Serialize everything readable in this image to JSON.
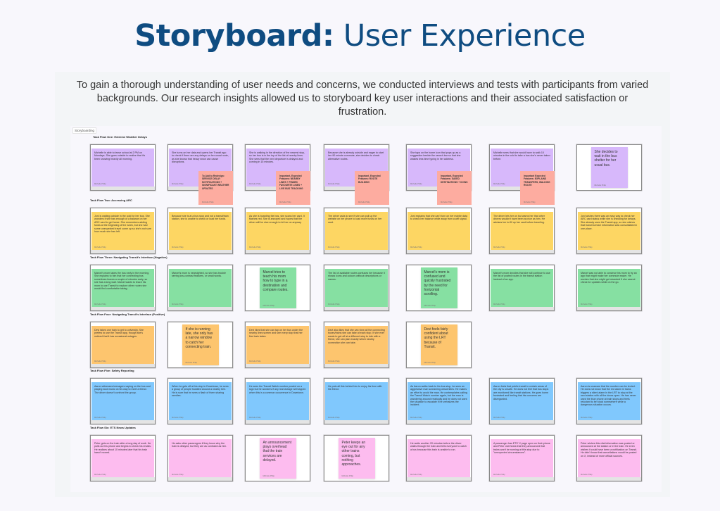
{
  "header": {
    "title_bold": "Storyboard:",
    "title_rest": " User Experience"
  },
  "intro": "To gain a thorough understanding of user needs and concerns, we conducted interviews and tests with participants from varied backgrounds. Our research insights allowed us to storyboard key user interactions and their associated satisfaction or frustration.",
  "board": {
    "tag": "Storyboarding",
    "author": "Michelle Philip"
  },
  "colors": {
    "title": "#0f4c81",
    "purple": "#d7b8fb",
    "salmon": "#fdaca0",
    "yellow": "#fdd663",
    "green": "#86e0a2",
    "orange": "#fdc56e",
    "blue": "#80c8fd",
    "pink": "#fdbcef"
  },
  "rows": [
    {
      "label": "Task Flow One: Extreme Weather Delays",
      "color": "purple",
      "notes": [
        {
          "text": "Michelle is able to leave school at 2 PM on Mondays. She goes outside to realize that it's been snowing heavily all morning.",
          "style": "full"
        },
        {
          "text": "She turns on her data and opens her Transit app to check if there are any delays on her usual route, as she knows that heavy snow can cause disruptions.",
          "style": "full",
          "sub": "To Add to Redesign: SERVICE DELAY NOTIFICATIONS + SIGNIFICANT WEATHER UPDATES"
        },
        {
          "text": "She is walking in the direction of the nearest stop, so her bus is in the top of the list of nearby lines. She sees that the next departure is delayed and coming in 15 minutes.",
          "style": "full",
          "sub": "Important, Expected Features: NEARBY LINES + PINNED FAVOURITE LINES + LIVE BUS TRACKING"
        },
        {
          "text": "Because she is already outside and eager to start her 90 minute commute, she decides to check alternative routes.",
          "style": "full",
          "sub": "Important, Expected Features: ROUTE BUILDING"
        },
        {
          "text": "She taps on the home icon that pops up as a suggestion beside the search bar so that she wastes less time typing in her address.",
          "style": "full",
          "sub": "Important, Expected Features: SAVED DESTINATIONS + ICONS"
        },
        {
          "text": "Michelle sees that she would have to walk 10 minutes in the cold to take a bus she's never taken before.",
          "style": "full",
          "sub": "Important Expected Features: EXPLAINS TRANSFERS, WALKING ROUTE"
        },
        {
          "text": "She decides to wait in the bus shelter for her usual bus.",
          "style": "square"
        }
      ]
    },
    {
      "label": "Task Flow Two: Accessing ARC",
      "color": "yellow",
      "notes": [
        {
          "text": "Joni is waiting outside in the cold for her bus. She wonders if she has enough of a balance on her ARC card to get home. She remembers adding funds at the beginning of the week, but she had some unexpected travel come up so she's not sure how much she has left.",
          "style": "full"
        },
        {
          "text": "Because she is at a bus stop and not a transit/train station, she is unable to check or load her funds.",
          "style": "full"
        },
        {
          "text": "As she is boarding the bus, she scans her card. It flashes red. She is annoyed and hopes that the driver will be nice enough to let her on anyway.",
          "style": "full"
        },
        {
          "text": "The driver asks to see if she can pull up the website on her phone to load more funds on her card.",
          "style": "full"
        },
        {
          "text": "Joni explains that she can't turn on her mobile data to check her balance while away from a wifi signal.",
          "style": "full"
        },
        {
          "text": "The driver lets her on but warns her that other drivers wouldn't have been as nice as him. He advises her to fill up her card before traveling.",
          "style": "full"
        },
        {
          "text": "Joni wishes there was an easy way to check her ARC card status while she is checking for delays. She already uses the Transit app, so she wishes that transit service information was consolidated in one place.",
          "style": "full"
        }
      ]
    },
    {
      "label": "Task Flow Three: Navigating Transit's Interface (Negative)",
      "color": "green",
      "notes": [
        {
          "text": "Marcel's mom takes the bus early in the morning. She explains to him that her connecting bus sometimes leaves a couple of minutes early, so she has a long wait. Marcel wants to teach his mom to use Transit to explore other routes she would find comfortable taking.",
          "style": "full"
        },
        {
          "text": "Marcel's mom is nearsighted, so she has trouble seeing low-contrast features, or small words.",
          "style": "full"
        },
        {
          "text": "Marcel tries to teach his mom how to type in a destination and compare routes.",
          "style": "square"
        },
        {
          "text": "The list of available routes confuses her because it shows icons and colours without descriptions or names.",
          "style": "full"
        },
        {
          "text": "Marcel's mom is confused and quickly frustrated by the need for horizontal scrolling.",
          "style": "square"
        },
        {
          "text": "Marcel's mom decides that she will continue to use the list of posted routes in the transit station instead of an app.",
          "style": "full"
        },
        {
          "text": "Marcel was not able to convince his mom to try an app that might make her commute easier. He worries that she might get stranded if she cannot check for updates while on the go.",
          "style": "full"
        }
      ]
    },
    {
      "label": "Task Flow Four: Navigating Transit's Interface (Positive)",
      "color": "orange",
      "notes": [
        {
          "text": "Devi takes one train to get to university. She prefers to use the Transit app, though she's noticed that it has occasional outages.",
          "style": "full"
        },
        {
          "text": "If she is running late, she only has a narrow window to catch her connecting train.",
          "style": "square"
        },
        {
          "text": "Devi likes that she can tap on her bus under the nearby lines screen and see every stop that her first train takes.",
          "style": "full"
        },
        {
          "text": "Devi also likes that she can view all the connecting buses/trains she can take at each stop. If she ever wants to get off at a different stop to ride with a friend, she can plan exactly which nearby connection she can take.",
          "style": "full"
        },
        {
          "text": "Devi feels fairly confident about using the LRT because of Transit.",
          "style": "square"
        }
      ]
    },
    {
      "label": "Task Flow Five: Safety Reporting",
      "color": "blue",
      "notes": [
        {
          "text": "Aaron witnesses teenagers vaping on the bus and playing loud music on his way to meet a friend. The driver doesn't confront the group.",
          "style": "full"
        },
        {
          "text": "When he gets off at his stop in Downtown, he sees a group of people huddled around a nearby tree. He is sure that he sees a flash of them sharing needles.",
          "style": "full"
        },
        {
          "text": "He sees the Transit Watch number posted on a sign but he wonders if any real change will happen when this is a common occurrence in Downtown.",
          "style": "full"
        },
        {
          "text": "He puts all this behind him to enjoy his time with his friend.",
          "style": "full"
        },
        {
          "text": "As Aaron walks back to his bus stop, he sees an aggressive man screaming obscenities. He makes an effort to avoid the man. He contemplates calling the Transit Watch number again, but the man is wandering around erratically and he does not want the situation to escalate if he verbalizes the incident.",
          "style": "full"
        },
        {
          "text": "Aaron feels that public transit in certain areas of the city is unsafe. He does not feel that bus stops are monitored like transit stations. He goes home frustrated and feeling that his concerns are disregarded.",
          "style": "full"
        },
        {
          "text": "Aaron is unaware that the number can be texted. He does not know that the red alarm in trains triggers a silent alarm in the LRT to stop at the next station with all the doors open. He has never used the blue phone at train stops and feels reluctant to be stuck somewhere while a dangerous situation occurs.",
          "style": "full"
        }
      ]
    },
    {
      "label": "Task Flow Six: ETS News Updates",
      "color": "pink",
      "notes": [
        {
          "text": "Peter gets on the train after a long day of work. He pulls out his phone and begins to check his emails. He realizes about 10 minutes later that his train hasn't moved.",
          "style": "full"
        },
        {
          "text": "He asks other passengers if they know why the train is delayed, but they are as confused as him.",
          "style": "full"
        },
        {
          "text": "An announcement plays overhead that the train services are delayed.",
          "style": "square"
        },
        {
          "text": "Peter keeps an eye out for any other trains coming, but nothing approaches.",
          "style": "square"
        },
        {
          "text": "He waits another 20 minutes before the driver walks through the train and tells everyone to catch a bus because this train is unable to run.",
          "style": "full"
        },
        {
          "text": "A passenger has ETS' X page open on their phone and Peter overhears that they announced that trains won't be running at this stop due to \"unexpected circumstances\".",
          "style": "full"
        },
        {
          "text": "Peter wishes this vital information was posted or announced at the station or in the train. He even wishes it could have been a notification on Transit. He didn't know that cancellations would be posted on X, instead of more official sources.",
          "style": "full"
        }
      ]
    }
  ]
}
